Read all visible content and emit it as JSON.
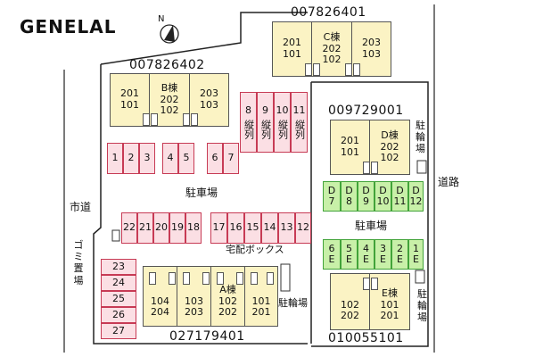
{
  "logo": "GENELAL",
  "labels": {
    "city_road": "市道",
    "main_road": "道路",
    "parking_center": "駐車場",
    "parking_right": "駐車場",
    "bike_d": "駐輪場",
    "bike_e": "駐輪場",
    "bike_a": "駐輪場",
    "garbage": "ゴミ置場",
    "delivery_box": "宅配ボックス"
  },
  "buildings": {
    "B": {
      "code": "007826402",
      "name": "B棟",
      "units": [
        [
          "201",
          "101"
        ],
        [
          "202",
          "102"
        ],
        [
          "203",
          "103"
        ]
      ]
    },
    "C": {
      "code": "007826401",
      "name": "C棟",
      "units": [
        [
          "201",
          "101"
        ],
        [
          "202",
          "102"
        ],
        [
          "203",
          "103"
        ]
      ]
    },
    "D": {
      "code": "009729001",
      "name": "D棟",
      "units": [
        [
          "201",
          "101"
        ],
        [
          "202",
          "102"
        ]
      ]
    },
    "E": {
      "code": "010055101",
      "name": "E棟",
      "units": [
        [
          "102",
          "202"
        ],
        [
          "101",
          "201"
        ]
      ]
    },
    "A": {
      "code": "027179401",
      "name": "A棟",
      "units": [
        [
          "104",
          "204"
        ],
        [
          "103",
          "203"
        ],
        [
          "102",
          "202"
        ],
        [
          "101",
          "201"
        ]
      ]
    }
  },
  "parking": {
    "row_top_left": [
      "1",
      "2",
      "3"
    ],
    "row_top_mid": [
      "4",
      "5"
    ],
    "row_top_right": [
      "6",
      "7"
    ],
    "vertical_col": [
      {
        "num": "8",
        "text": "縦列"
      },
      {
        "num": "9",
        "text": "縦列"
      },
      {
        "num": "10",
        "text": "縦列"
      },
      {
        "num": "11",
        "text": "縦列"
      }
    ],
    "row_mid_left": [
      "22",
      "21",
      "20",
      "19",
      "18"
    ],
    "row_mid_right": [
      "17",
      "16",
      "15",
      "14",
      "13",
      "12"
    ],
    "col_left": [
      "23",
      "24",
      "25",
      "26",
      "27"
    ],
    "green_d": [
      {
        "top": "D",
        "bottom": "7"
      },
      {
        "top": "D",
        "bottom": "8"
      },
      {
        "top": "D",
        "bottom": "9"
      },
      {
        "top": "D",
        "bottom": "10"
      },
      {
        "top": "D",
        "bottom": "11"
      },
      {
        "top": "D",
        "bottom": "12"
      }
    ],
    "green_e": [
      {
        "top": "6",
        "bottom": "E"
      },
      {
        "top": "5",
        "bottom": "E"
      },
      {
        "top": "4",
        "bottom": "E"
      },
      {
        "top": "3",
        "bottom": "E"
      },
      {
        "top": "2",
        "bottom": "E"
      },
      {
        "top": "1",
        "bottom": "E"
      }
    ]
  },
  "compass_letter": "N",
  "colors": {
    "building": "#fbf3c4",
    "parking_pink": "#fbdfe4",
    "parking_pink_border": "#c73b55",
    "parking_green": "#c8f0a8",
    "parking_green_border": "#42a33a"
  }
}
